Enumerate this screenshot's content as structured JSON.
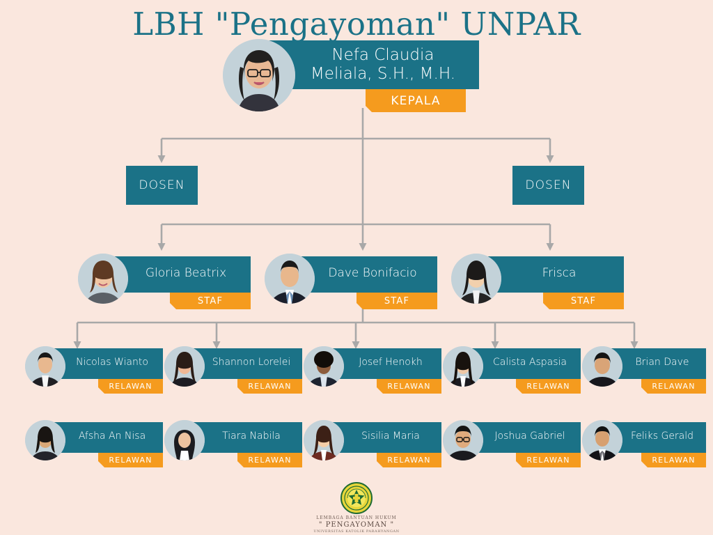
{
  "title": "LBH \"Pengayoman\" UNPAR",
  "colors": {
    "background": "#fae7de",
    "teal": "#1b7287",
    "orange": "#f59b1e",
    "connector": "#a8a8a8",
    "title": "#1b7287",
    "avatar_backdrop": "#c3d2d9"
  },
  "head": {
    "name_line1": "Nefa Claudia",
    "name_line2": "Meliala, S.H., M.H.",
    "badge": "KEPALA",
    "avatar": "photo-nefa-claudia"
  },
  "advisors": [
    {
      "label": "DOSEN"
    },
    {
      "label": "DOSEN"
    }
  ],
  "staff": [
    {
      "name": "Gloria Beatrix",
      "badge": "STAF",
      "avatar": "photo-gloria-beatrix"
    },
    {
      "name": "Dave Bonifacio",
      "badge": "STAF",
      "avatar": "photo-dave-bonifacio"
    },
    {
      "name": "Frisca",
      "badge": "STAF",
      "avatar": "photo-frisca"
    }
  ],
  "volunteers_row1": [
    {
      "name": "Nicolas Wianto",
      "badge": "RELAWAN",
      "avatar": "photo-nicolas-wianto"
    },
    {
      "name": "Shannon Lorelei",
      "badge": "RELAWAN",
      "avatar": "photo-shannon-lorelei"
    },
    {
      "name": "Josef Henokh",
      "badge": "RELAWAN",
      "avatar": "photo-josef-henokh"
    },
    {
      "name": "Calista Aspasia",
      "badge": "RELAWAN",
      "avatar": "photo-calista-aspasia"
    },
    {
      "name": "Brian Dave",
      "badge": "RELAWAN",
      "avatar": "photo-brian-dave"
    }
  ],
  "volunteers_row2": [
    {
      "name": "Afsha An Nisa",
      "badge": "RELAWAN",
      "avatar": "photo-afsha-an-nisa"
    },
    {
      "name": "Tiara Nabila",
      "badge": "RELAWAN",
      "avatar": "photo-tiara-nabila"
    },
    {
      "name": "Sisilia Maria",
      "badge": "RELAWAN",
      "avatar": "photo-sisilia-maria"
    },
    {
      "name": "Joshua Gabriel",
      "badge": "RELAWAN",
      "avatar": "photo-joshua-gabriel"
    },
    {
      "name": "Feliks Gerald",
      "badge": "RELAWAN",
      "avatar": "photo-feliks-gerald"
    }
  ],
  "footer": {
    "logo_alt": "unpar-seal-logo",
    "line1": "LEMBAGA BANTUAN HUKUM",
    "line2": "\" PENGAYOMAN \"",
    "line3": "UNIVERSITAS KATOLIK PARAHYANGAN"
  }
}
